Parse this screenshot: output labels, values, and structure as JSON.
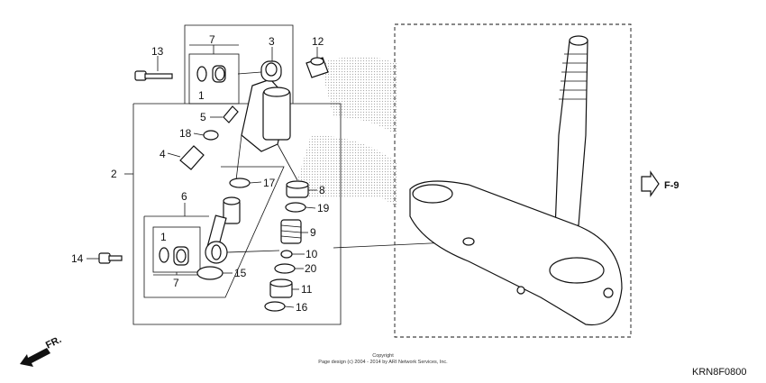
{
  "callouts": {
    "n1a": "1",
    "n1b": "1",
    "n2": "2",
    "n3": "3",
    "n4": "4",
    "n5": "5",
    "n6": "6",
    "n7a": "7",
    "n7b": "7",
    "n8": "8",
    "n9": "9",
    "n10": "10",
    "n11": "11",
    "n12": "12",
    "n13": "13",
    "n14": "14",
    "n15": "15",
    "n16": "16",
    "n17": "17",
    "n18": "18",
    "n19": "19",
    "n20": "20"
  },
  "reference": "F-9",
  "direction": "FR.",
  "copyright": {
    "line1": "Copyright",
    "line2": "Page design (c) 2004 - 2014 by ARI Network Services, Inc."
  },
  "diagram_code": "KRN8F0800",
  "colors": {
    "ink": "#111111",
    "watermark": "#9a9a9a"
  }
}
